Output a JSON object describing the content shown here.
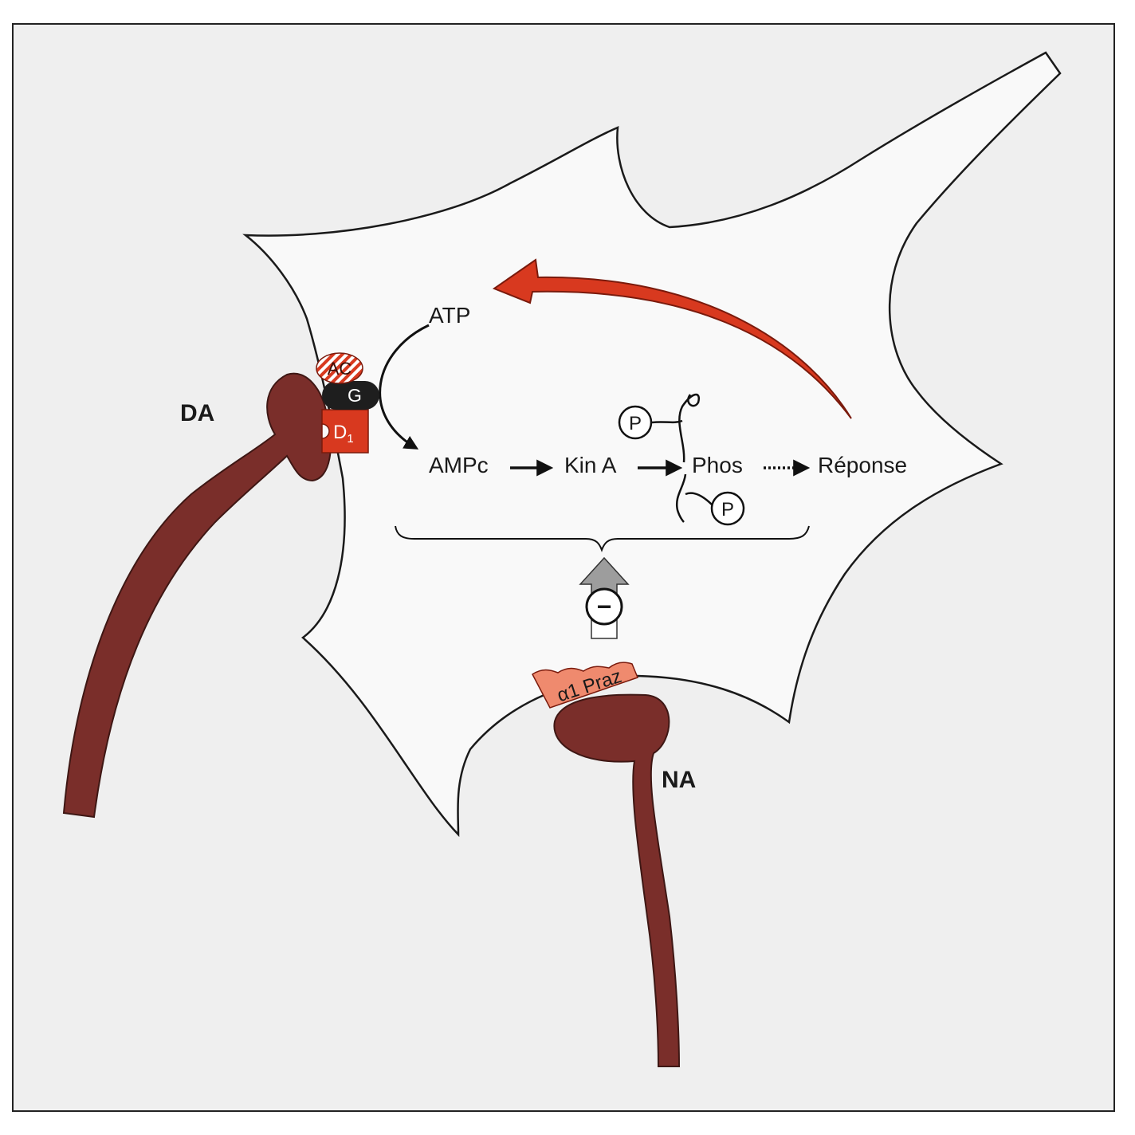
{
  "labels": {
    "da": "DA",
    "na": "NA",
    "ac": "AC",
    "g": "G",
    "d1_main": "D",
    "d1_sub": "1",
    "atp": "ATP",
    "ampc": "AMPc",
    "kin_a": "Kin A",
    "phos": "Phos",
    "reponse": "Réponse",
    "p": "P",
    "minus": "−",
    "alpha1_praz": "α1 Praz"
  },
  "colors": {
    "frame_bg": "#efefef",
    "cell_fill": "#f9f9f9",
    "axon": "#7a2e2a",
    "axon_dark": "#3e1714",
    "red": "#d8391f",
    "salmon": "#ef8a6e",
    "g_protein": "#1e1e1e",
    "gray_arrow": "#9d9d9d"
  }
}
